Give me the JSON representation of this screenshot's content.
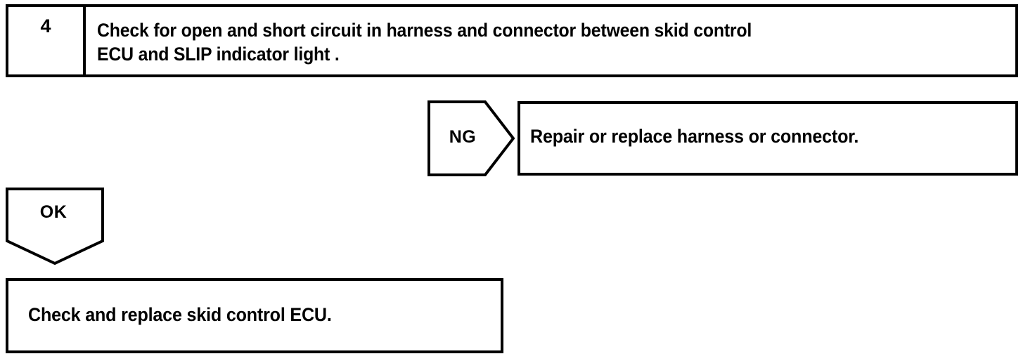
{
  "diagram": {
    "type": "troubleshooting-flowchart",
    "ink_color": "#000000",
    "paper_color": "#ffffff",
    "step": {
      "number": "4",
      "instruction": "Check for open and short circuit in harness and connector between skid control\nECU and SLIP indicator light ."
    },
    "branches": {
      "ng": {
        "label": "NG",
        "result": "Repair or replace harness or connector."
      },
      "ok": {
        "label": "OK",
        "result": "Check and replace skid control ECU."
      }
    }
  }
}
